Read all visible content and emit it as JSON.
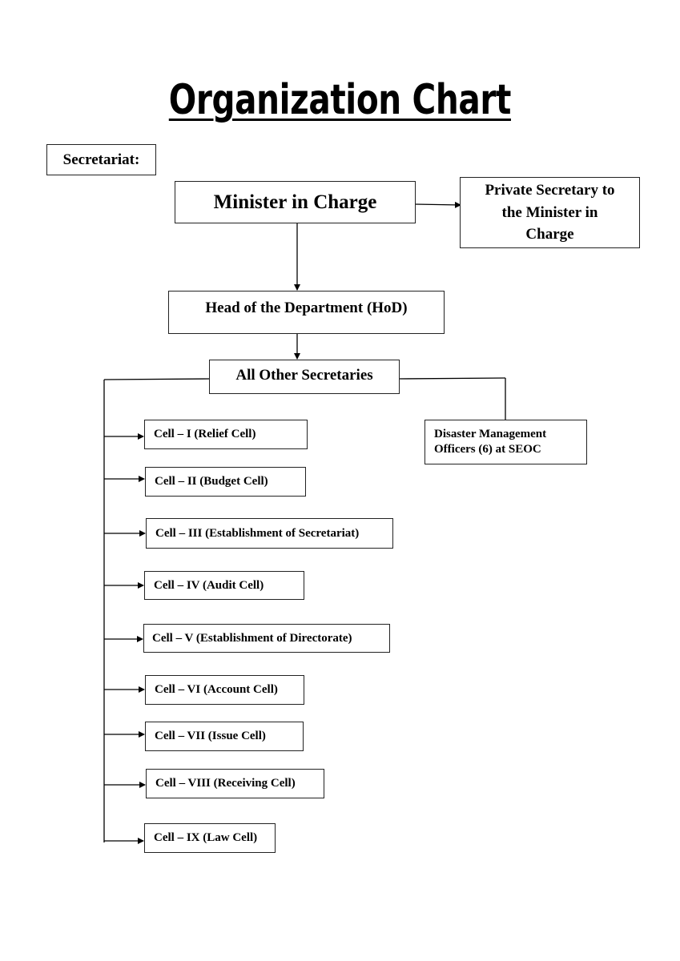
{
  "title": "Organization Chart",
  "section_label": "Secretariat:",
  "minister": "Minister in Charge",
  "private_secretary": [
    "Private Secretary to",
    "the Minister in",
    "Charge"
  ],
  "hod": "Head of the Department (HoD)",
  "other_secretaries": "All Other Secretaries",
  "dmo": [
    "Disaster Management",
    "Officers (6) at SEOC"
  ],
  "cells": [
    "Cell – I (Relief Cell)",
    "Cell – II (Budget Cell)",
    "Cell – III (Establishment of Secretariat)",
    "Cell – IV (Audit Cell)",
    "Cell – V (Establishment of Directorate)",
    "Cell – VI (Account Cell)",
    "Cell – VII (Issue Cell)",
    "Cell – VIII (Receiving Cell)",
    "Cell – IX (Law Cell)"
  ]
}
